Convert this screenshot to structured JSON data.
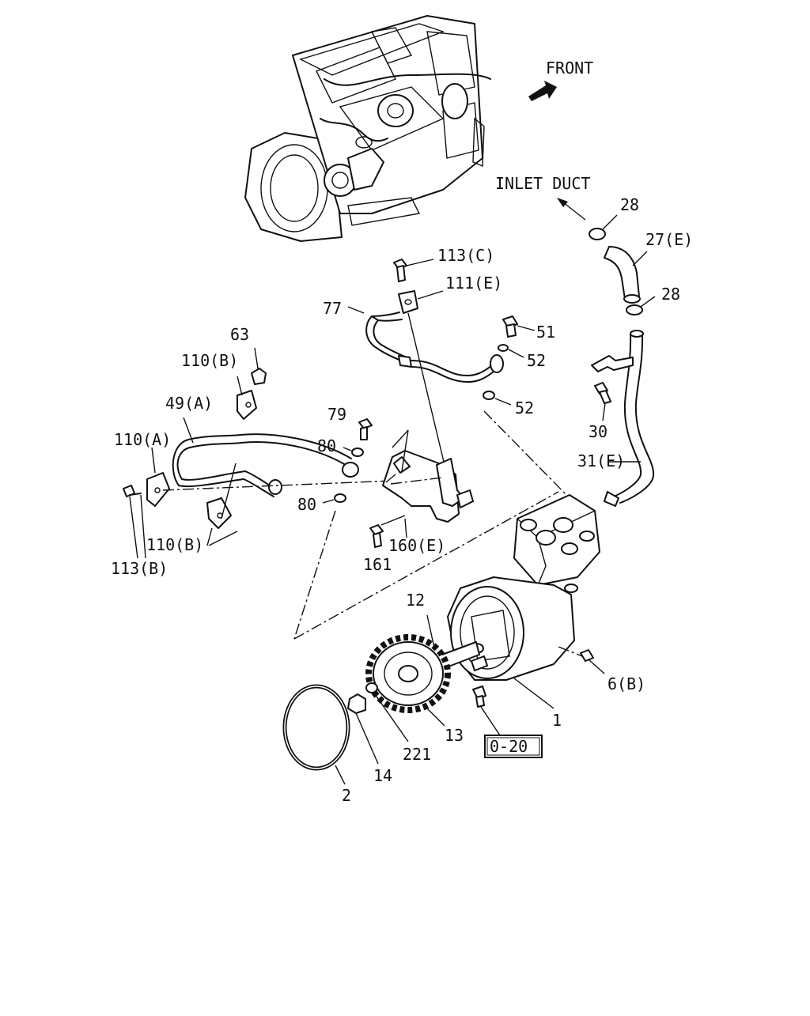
{
  "diagram": {
    "orientation": {
      "front_label": "FRONT",
      "inlet_duct_label": "INLET DUCT"
    },
    "part_labels": {
      "p28_top": "28",
      "p27e": "27(E)",
      "p28_mid": "28",
      "p113c": "113(C)",
      "p111e": "111(E)",
      "p77": "77",
      "p51": "51",
      "p52_a": "52",
      "p52_b": "52",
      "p63": "63",
      "p110b_top": "110(B)",
      "p49a": "49(A)",
      "p79": "79",
      "p80_a": "80",
      "p80_b": "80",
      "p110a": "110(A)",
      "p30": "30",
      "p31e": "31(E)",
      "p110b_bot": "110(B)",
      "p113b": "113(B)",
      "p161": "161",
      "p160e": "160(E)",
      "p12": "12",
      "p6b": "6(B)",
      "p1": "1",
      "p13": "13",
      "p221": "221",
      "p14": "14",
      "p2": "2"
    },
    "reference_box": "0-20"
  }
}
